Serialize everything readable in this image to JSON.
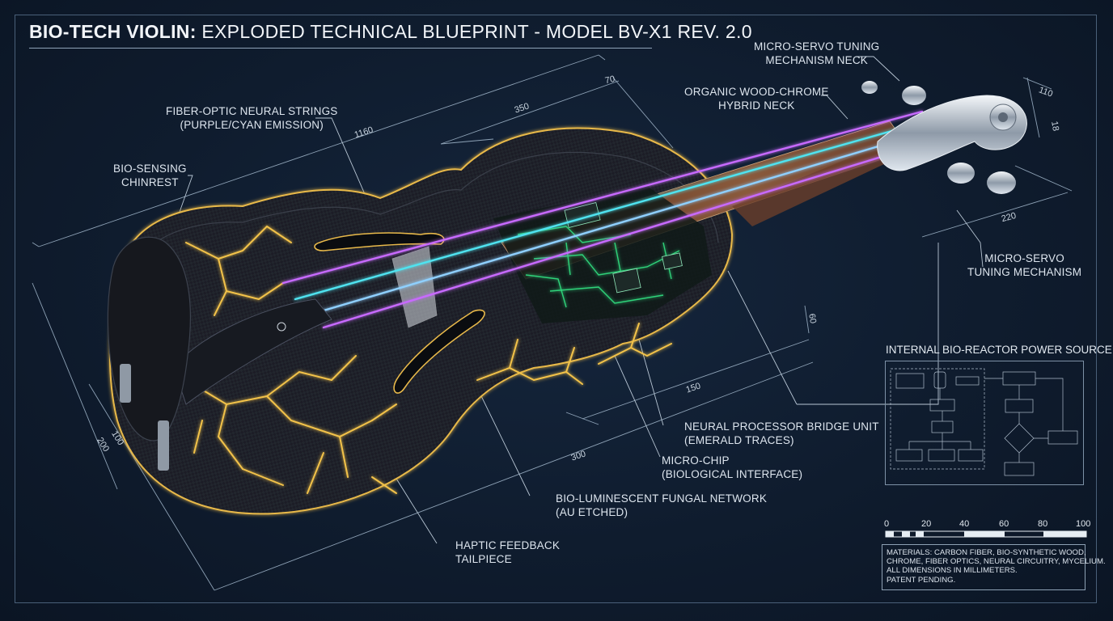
{
  "title": {
    "bold": "BIO-TECH VIOLIN:",
    "rest": "EXPLODED TECHNICAL BLUEPRINT - MODEL BV-X1 REV. 2.0"
  },
  "labels": {
    "fiber_optic_line1": "FIBER-OPTIC NEURAL STRINGS",
    "fiber_optic_line2": "(PURPLE/CYAN EMISSION)",
    "chinrest_line1": "BIO-SENSING",
    "chinrest_line2": "CHINREST",
    "micro_servo_neck_line1": "MICRO-SERVO TUNING",
    "micro_servo_neck_line2": "MECHANISM NECK",
    "hybrid_neck_line1": "ORGANIC WOOD-CHROME",
    "hybrid_neck_line2": "HYBRID NECK",
    "micro_servo_line1": "MICRO-SERVO",
    "micro_servo_line2": "TUNING MECHANISM",
    "neural_processor_line1": "NEURAL PROCESSOR BRIDGE UNIT",
    "neural_processor_line2": "(EMERALD TRACES)",
    "micro_chip_line1": "MICRO-CHIP",
    "micro_chip_line2": "(BIOLOGICAL INTERFACE)",
    "fungal_network_line1": "BIO-LUMINESCENT FUNGAL NETWORK",
    "fungal_network_line2": "(AU ETCHED)",
    "haptic_line1": "HAPTIC FEEDBACK",
    "haptic_line2": "TAILPIECE"
  },
  "dimensions": {
    "d1160": "1160",
    "d350": "350",
    "d70": "70",
    "d110": "110",
    "d18": "18",
    "d220": "220",
    "d60": "60",
    "d150": "150",
    "d300": "300",
    "d200": "200",
    "d100": "100"
  },
  "power_panel": {
    "title": "INTERNAL BIO-REACTOR POWER SOURCE"
  },
  "scale_bar": {
    "ticks": [
      "0",
      "20",
      "40",
      "60",
      "80",
      "100"
    ]
  },
  "notes": {
    "line1": "MATERIALS: CARBON FIBER, BIO-SYNTHETIC WOOD,",
    "line2": "CHROME, FIBER OPTICS, NEURAL CIRCUITRY, MYCELIUM.",
    "line3": "ALL DIMENSIONS IN MILLIMETERS.",
    "line4": "PATENT PENDING."
  },
  "colors": {
    "background": "#0f1c2e",
    "body": "#1c1f26",
    "gold_vein": "#f2c24a",
    "string_purple": "#c86bff",
    "string_cyan": "#4fe3f0",
    "circuit_green": "#2fd37a",
    "neck_wood": "#7a4a30",
    "chrome": "#c9d2dc"
  },
  "icons": [
    "violin-illustration",
    "circuit-board",
    "tuning-pegs",
    "flowchart-diagram"
  ]
}
